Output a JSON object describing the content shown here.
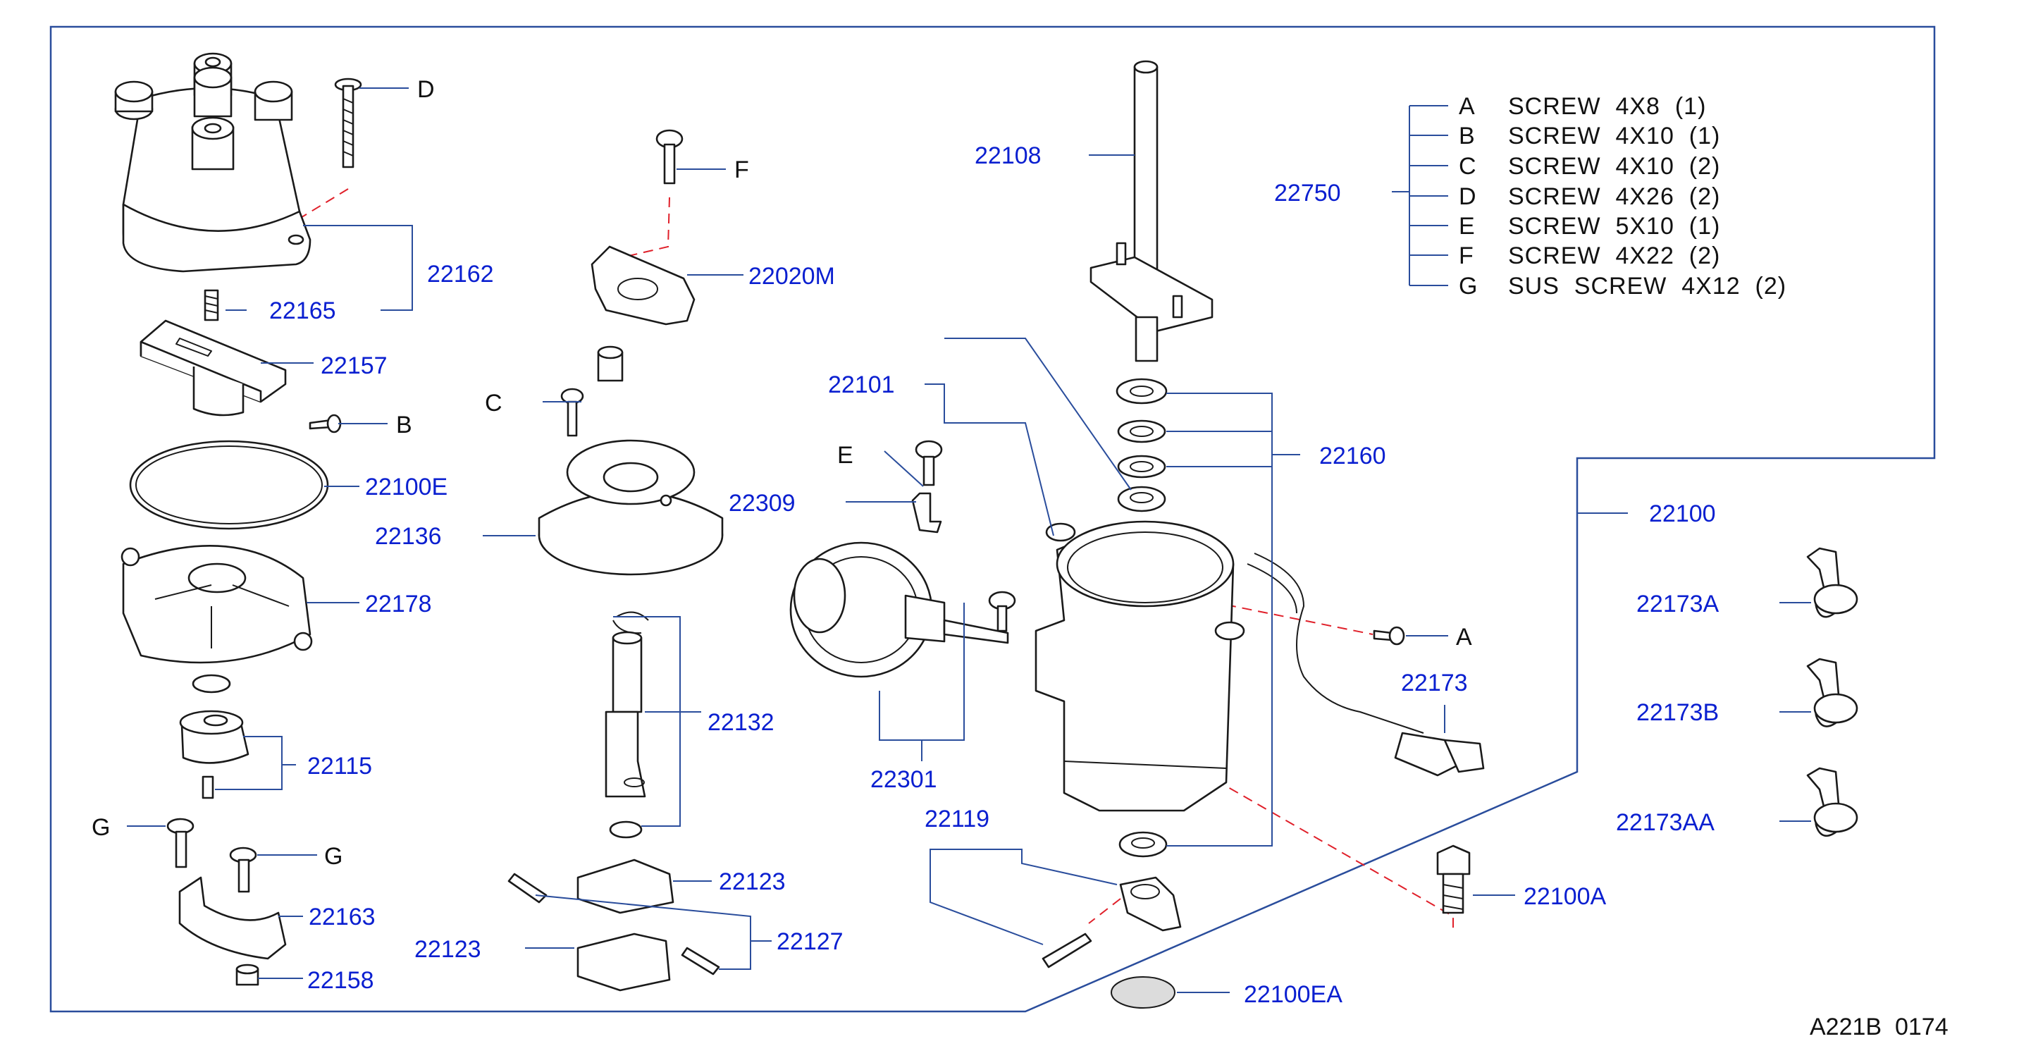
{
  "diagram": {
    "part_labels": {
      "p22162": "22162",
      "p22165": "22165",
      "p22157": "22157",
      "p22100E": "22100E",
      "p22136": "22136",
      "p22178": "22178",
      "p22115": "22115",
      "p22163": "22163",
      "p22158": "22158",
      "p22020M": "22020M",
      "p22309": "22309",
      "p22132": "22132",
      "p22123a": "22123",
      "p22123b": "22123",
      "p22127": "22127",
      "p22108": "22108",
      "p22101": "22101",
      "p22160": "22160",
      "p22301": "22301",
      "p22119": "22119",
      "p22100A": "22100A",
      "p22100EA": "22100EA",
      "p22750": "22750",
      "p22100": "22100",
      "p22173": "22173",
      "p22173A": "22173A",
      "p22173B": "22173B",
      "p22173AA": "22173AA"
    },
    "letter_callouts": {
      "D": "D",
      "F": "F",
      "C": "C",
      "B": "B",
      "E": "E",
      "A": "A",
      "G1": "G",
      "G2": "G"
    },
    "legend": [
      {
        "letter": "A",
        "desc": "SCREW  4X8  (1)"
      },
      {
        "letter": "B",
        "desc": "SCREW  4X10  (1)"
      },
      {
        "letter": "C",
        "desc": "SCREW  4X10  (2)"
      },
      {
        "letter": "D",
        "desc": "SCREW  4X26  (2)"
      },
      {
        "letter": "E",
        "desc": "SCREW  5X10  (1)"
      },
      {
        "letter": "F",
        "desc": "SCREW  4X22  (2)"
      },
      {
        "letter": "G",
        "desc": "SUS  SCREW  4X12  (2)"
      }
    ],
    "footer_code": "A221B  0174",
    "colors": {
      "part_number": "#0a1fd0",
      "leader_line": "#2a4d9c",
      "dashed_guide": "#e0202a",
      "drawing": "#1a1a1a"
    }
  }
}
